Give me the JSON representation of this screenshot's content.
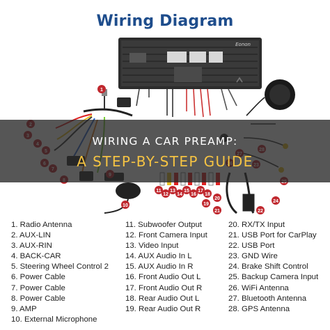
{
  "title": "Wiring Diagram",
  "unit_brand": "Eonon",
  "headline_line1": "WIRING A CAR PREAMP:",
  "headline_line2": "A STEP-BY-STEP GUIDE",
  "colors": {
    "title": "#1e4d8c",
    "badge": "#c0282e",
    "headline_accent": "#f5c343"
  },
  "badges": [
    "1",
    "2",
    "3",
    "4",
    "5",
    "6",
    "7",
    "8",
    "9",
    "10",
    "11",
    "12",
    "13",
    "14",
    "15",
    "16",
    "17",
    "18",
    "19",
    "20",
    "21",
    "22",
    "23",
    "24",
    "25",
    "26",
    "27",
    "28"
  ],
  "legend": {
    "col1": [
      "1. Radio Antenna",
      "2. AUX-LIN",
      "3. AUX-RIN",
      "4. BACK-CAR",
      "5. Steering Wheel Control 2",
      "6. Power Cable",
      "7. Power Cable",
      "8. Power Cable",
      "9. AMP",
      "10. External Microphone"
    ],
    "col2": [
      "11. Subwoofer Output",
      "12. Front Camera Input",
      "13. Video Input",
      "14. AUX Audio In L",
      "15. AUX Audio In R",
      "16. Front Audio Out L",
      "17. Front Audio Out R",
      "18. Rear Audio Out L",
      "19. Rear Audio Out R"
    ],
    "col3": [
      "20. RX/TX Input",
      "21. USB Port for CarPlay",
      "22. USB Port",
      "23. GND Wire",
      "24. Brake Shift Control",
      "25. Backup Camera Input",
      "26. WiFi Antenna",
      "27. Bluetooth Antenna",
      "28. GPS Antenna"
    ]
  }
}
